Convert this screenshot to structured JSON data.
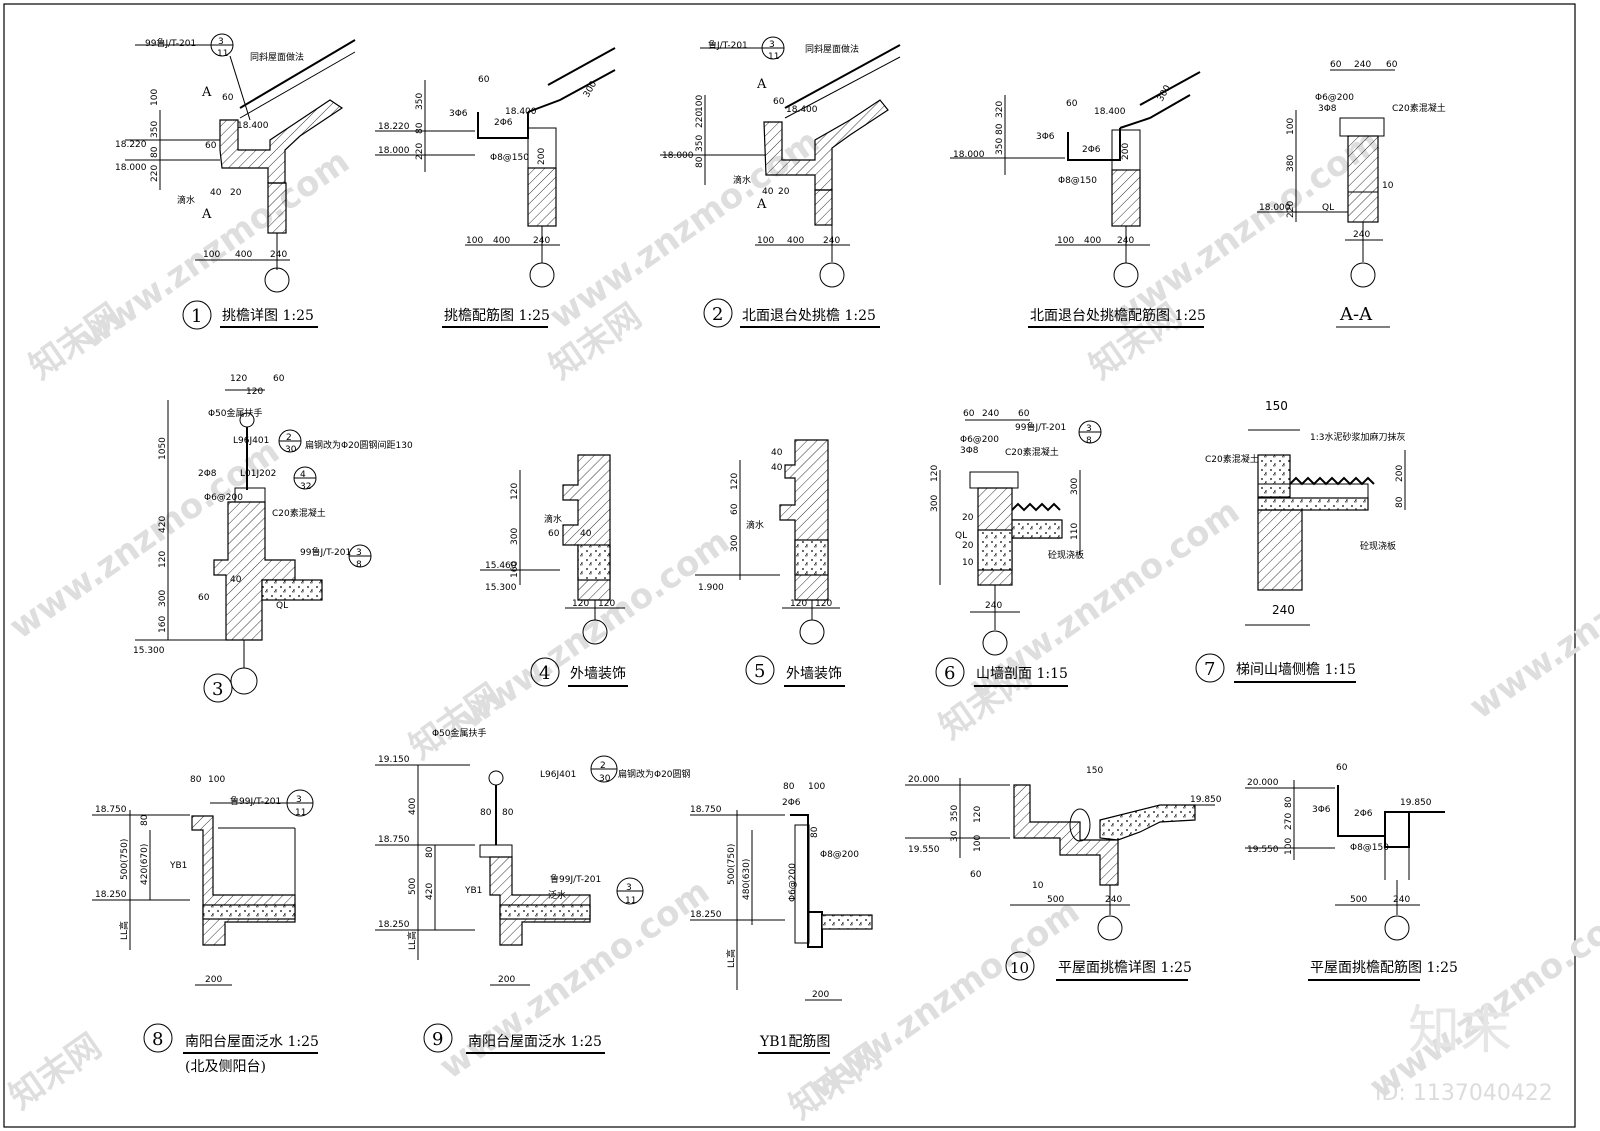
{
  "drawings": [
    {
      "id": "d1",
      "number": "1",
      "title": "挑檐详图 1:25",
      "notes": [
        "99鲁J/T-201",
        "3",
        "11",
        "同斜屋面做法",
        "18.400",
        "18.220",
        "18.000",
        "滴水",
        "A",
        "A"
      ],
      "dims": [
        "100",
        "350",
        "80",
        "220",
        "60",
        "60",
        "40",
        "20",
        "100",
        "400",
        "240"
      ]
    },
    {
      "id": "d2",
      "number": "",
      "title": "挑檐配筋图 1:25",
      "notes": [
        "3Φ6",
        "2Φ6",
        "18.400",
        "18.220",
        "18.000",
        "Φ8@150",
        "300"
      ],
      "dims": [
        "60",
        "350",
        "220",
        "80",
        "200",
        "100",
        "400",
        "240"
      ]
    },
    {
      "id": "d3",
      "number": "2",
      "title": "北面退台处挑檐 1:25",
      "notes": [
        "鲁J/T-201",
        "3",
        "11",
        "同斜屋面做法",
        "18.400",
        "18.000",
        "滴水",
        "A",
        "A"
      ],
      "dims": [
        "100",
        "220",
        "350",
        "80",
        "60",
        "40",
        "20",
        "100",
        "400",
        "240"
      ]
    },
    {
      "id": "d4",
      "number": "",
      "title": "北面退台处挑檐配筋图 1:25",
      "notes": [
        "3Φ6",
        "2Φ6",
        "18.400",
        "18.000",
        "Φ8@150",
        "300"
      ],
      "dims": [
        "60",
        "320",
        "350",
        "80",
        "200",
        "100",
        "400",
        "240"
      ]
    },
    {
      "id": "d5",
      "number": "",
      "title": "A-A",
      "notes": [
        "Φ6@200",
        "3Φ8",
        "C20素混凝土",
        "18.000",
        "QL"
      ],
      "dims": [
        "60",
        "240",
        "60",
        "100",
        "380",
        "220",
        "10",
        "240"
      ]
    },
    {
      "id": "d6",
      "number": "3",
      "title": "",
      "notes": [
        "Φ50金属扶手",
        "L96J401",
        "2",
        "30",
        "扁钢改为Φ20圆钢间距130",
        "2Φ8",
        "L01J202",
        "4",
        "32",
        "Φ6@200",
        "C20素混凝土",
        "99鲁J/T-201",
        "3",
        "8",
        "QL",
        "15.300"
      ],
      "dims": [
        "120",
        "120",
        "60",
        "1050",
        "420",
        "120",
        "300",
        "160",
        "40",
        "60"
      ]
    },
    {
      "id": "d7",
      "number": "4",
      "title": "外墙装饰",
      "notes": [
        "滴水",
        "15.460",
        "15.300"
      ],
      "dims": [
        "120",
        "300",
        "160",
        "60",
        "40",
        "120",
        "120"
      ]
    },
    {
      "id": "d8",
      "number": "5",
      "title": "外墙装饰",
      "notes": [
        "滴水",
        "1.900"
      ],
      "dims": [
        "40",
        "40",
        "120",
        "60",
        "300",
        "120",
        "120"
      ]
    },
    {
      "id": "d9",
      "number": "6",
      "title": "山墙剖面 1:15",
      "notes": [
        "Φ6@200",
        "3Φ8",
        "C20素混凝土",
        "99鲁J/T-201",
        "3",
        "8",
        "QL",
        "砼现浇板"
      ],
      "dims": [
        "60",
        "240",
        "60",
        "120",
        "300",
        "20",
        "20",
        "10",
        "300",
        "110",
        "240"
      ]
    },
    {
      "id": "d10",
      "number": "7",
      "title": "梯间山墙侧檐 1:15",
      "notes": [
        "1:3水泥砂浆加麻刀抹灰",
        "C20素混凝土",
        "砼现浇板"
      ],
      "dims": [
        "150",
        "200",
        "80",
        "240"
      ]
    },
    {
      "id": "d11",
      "number": "8",
      "title": "南阳台屋面泛水 1:25",
      "subtitle": "(北及侧阳台)",
      "notes": [
        "鲁99J/T-201",
        "3",
        "11",
        "18.750",
        "18.250",
        "YB1",
        "LL高"
      ],
      "dims": [
        "80",
        "100",
        "80",
        "500(750)",
        "420(670)",
        "200"
      ]
    },
    {
      "id": "d12",
      "number": "9",
      "title": "南阳台屋面泛水 1:25",
      "notes": [
        "Φ50金属扶手",
        "L96J401",
        "2",
        "30",
        "扁钢改为Φ20圆钢",
        "19.150",
        "18.750",
        "18.250",
        "鲁99J/T-201",
        "3",
        "11",
        "YB1",
        "泛水",
        "LL高"
      ],
      "dims": [
        "400",
        "80",
        "80",
        "80",
        "500",
        "420",
        "200"
      ]
    },
    {
      "id": "d13",
      "number": "",
      "title": "YB1配筋图",
      "notes": [
        "2Φ6",
        "Φ8@200",
        "Φ6@200",
        "18.750",
        "18.250",
        "LL高"
      ],
      "dims": [
        "80",
        "100",
        "80",
        "500(750)",
        "480(630)",
        "200"
      ]
    },
    {
      "id": "d14",
      "number": "10",
      "title": "平屋面挑檐详图 1:25",
      "notes": [
        "20.000",
        "19.850",
        "19.550"
      ],
      "dims": [
        "150",
        "350",
        "120",
        "30",
        "100",
        "60",
        "10",
        "500",
        "240"
      ]
    },
    {
      "id": "d15",
      "number": "",
      "title": "平屋面挑檐配筋图 1:25",
      "notes": [
        "3Φ6",
        "2Φ6",
        "20.000",
        "19.850",
        "19.550",
        "Φ8@150"
      ],
      "dims": [
        "60",
        "80",
        "270",
        "100",
        "500",
        "240"
      ]
    }
  ],
  "watermark": {
    "site_cn": "知末网",
    "site_en": "www.znzmo.com",
    "brand": "知末",
    "id_label": "ID: 1137040422"
  }
}
